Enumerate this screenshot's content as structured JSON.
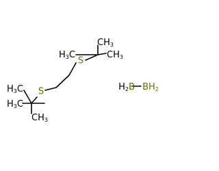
{
  "molecule": {
    "atoms": {
      "s1": {
        "label": "S",
        "color": "#6b6b00"
      },
      "s2": {
        "label": "S",
        "color": "#6b6b00"
      },
      "ch3_upper_1": {
        "label": "CH",
        "sub": "3"
      },
      "ch3_upper_2": {
        "label": "H",
        "sub": "3",
        "suffix": "C"
      },
      "ch3_upper_3": {
        "label": "CH",
        "sub": "3"
      },
      "ch3_lower_1": {
        "label": "H",
        "sub": "3",
        "suffix": "C"
      },
      "ch3_lower_2": {
        "label": "H",
        "sub": "3",
        "suffix": "C"
      },
      "ch3_lower_3": {
        "label": "CH",
        "sub": "3"
      }
    },
    "borane": {
      "b1": {
        "prefix": "H",
        "sub": "2",
        "label": "B"
      },
      "b2": {
        "label": "BH",
        "sub": "2"
      },
      "color": "#6b6b00"
    }
  }
}
